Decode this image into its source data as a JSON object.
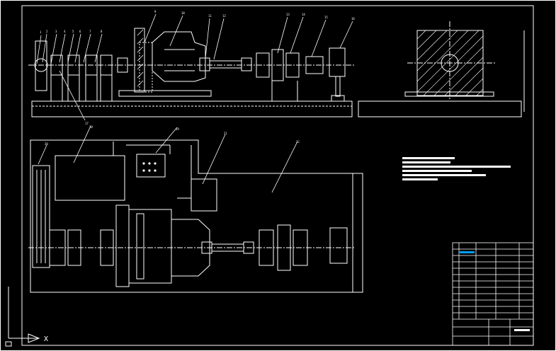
{
  "viewport": {
    "background": "#000000",
    "line_color": "#ffffff",
    "accent": "#00a0ff"
  },
  "drawing": {
    "callouts_top": [
      "1",
      "2",
      "3",
      "4",
      "5",
      "6",
      "7",
      "8",
      "9",
      "10",
      "11",
      "12",
      "13",
      "14",
      "15",
      "16"
    ],
    "callouts_bottom": [
      "17",
      "18",
      "19",
      "20",
      "21",
      "22"
    ]
  },
  "ucs": {
    "x_label": "X"
  }
}
